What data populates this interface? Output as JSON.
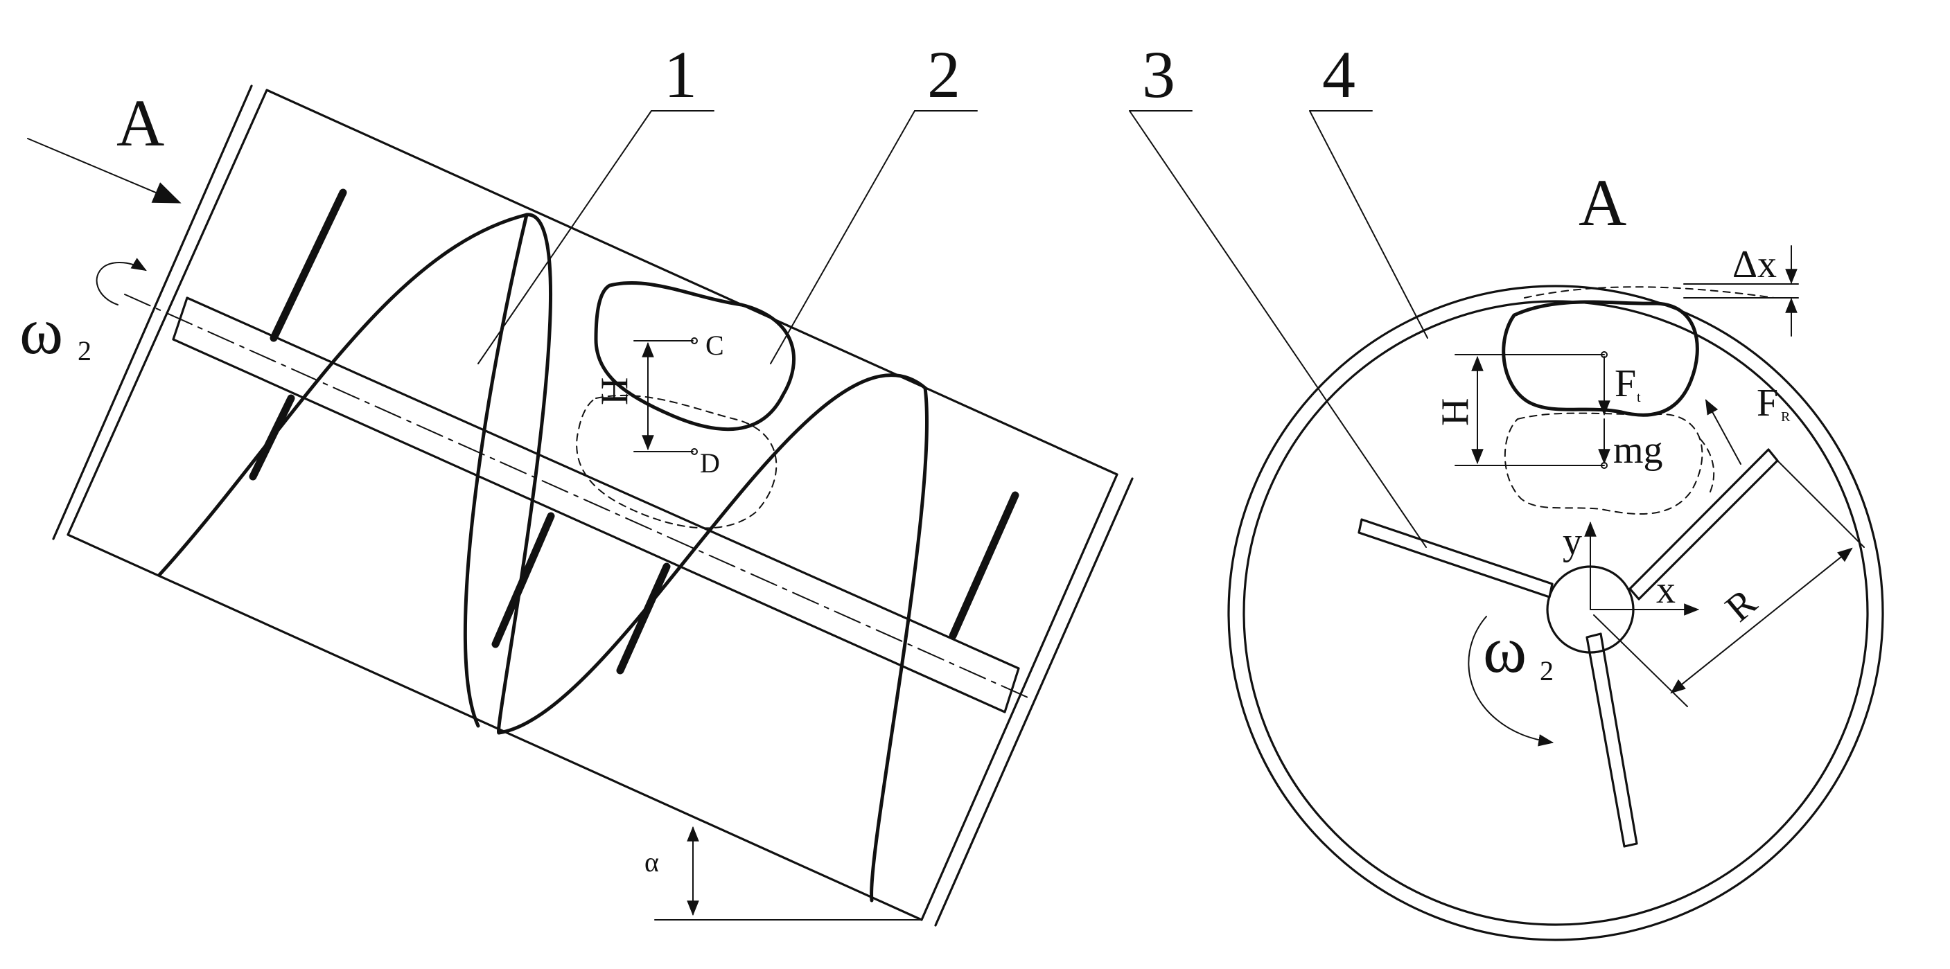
{
  "left_view": {
    "view_label": "A",
    "omega_symbol": "ω",
    "omega_subscript": "2",
    "point_c": "C",
    "point_d": "D",
    "height_label": "H",
    "angle_label": "α"
  },
  "right_view": {
    "view_label": "A",
    "force_ft": "F",
    "force_ft_sub": "t",
    "force_fr": "F",
    "force_fr_sub": "R",
    "weight_label": "mg",
    "height_label": "H",
    "gap_label": "Δx",
    "radius_label": "R",
    "axis_x": "x",
    "axis_y": "y",
    "omega_symbol": "ω",
    "omega_subscript": "2"
  },
  "callouts": [
    "1",
    "2",
    "3",
    "4"
  ]
}
